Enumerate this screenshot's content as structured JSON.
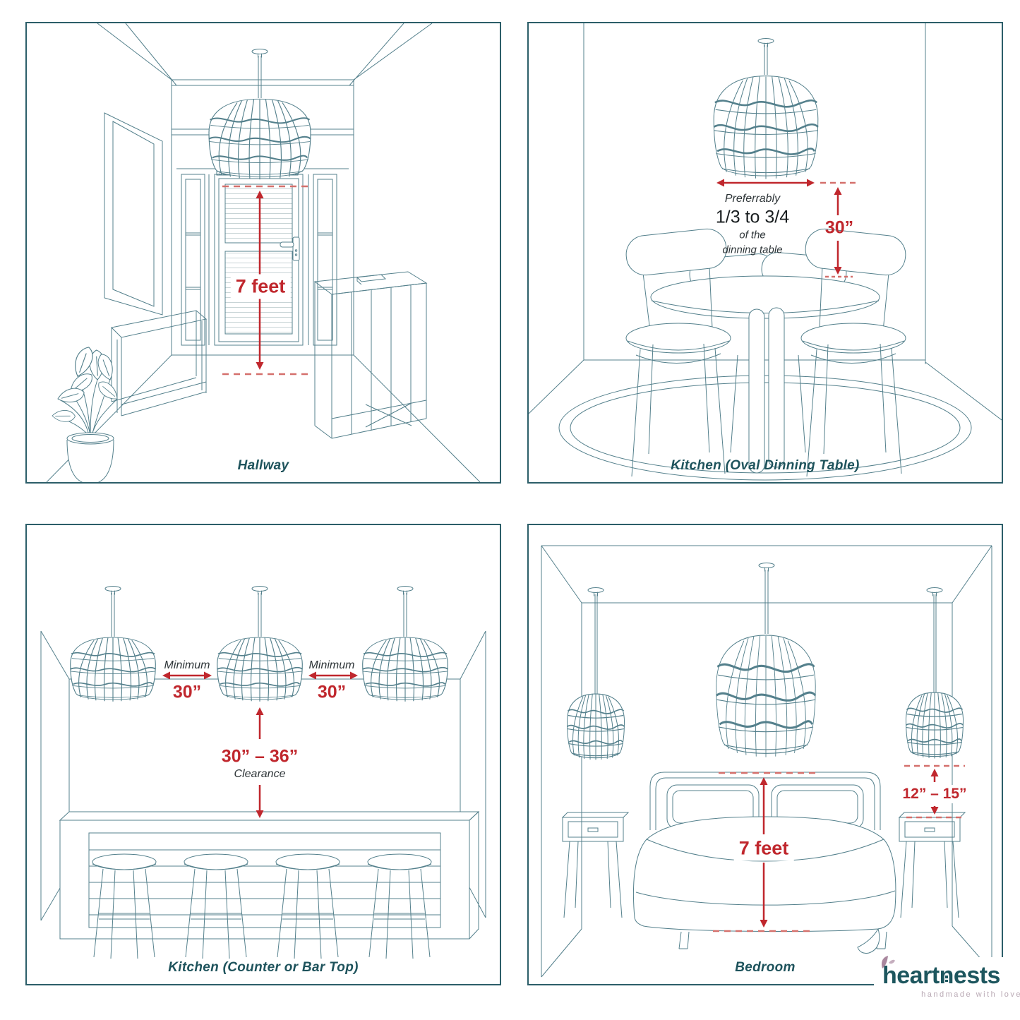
{
  "colors": {
    "accent_red": "#c0272d",
    "dash_red": "#d4706c",
    "line_teal": "#54808c",
    "border_teal": "#2c5e69",
    "caption_teal": "#1e535c",
    "text_dark": "#2e3538",
    "logo_teal": "#1d565e",
    "logo_leaf_mauve": "#a9879e",
    "tagline_gray": "#b9a9b4"
  },
  "panels": {
    "hallway": {
      "caption": "Hallway",
      "height_label": "7 feet"
    },
    "kitchen_oval": {
      "caption": "Kitchen (Oval Dinning Table)",
      "note_italic_top": "Preferrably",
      "note_fraction": "1/3 to 3/4",
      "note_italic_mid": "of the",
      "note_italic_bottom": "dinning table",
      "drop_label": "30”"
    },
    "kitchen_counter": {
      "caption": "Kitchen (Counter or Bar Top)",
      "spacings": [
        {
          "label": "Minimum",
          "value": "30”"
        },
        {
          "label": "Minimum",
          "value": "30”"
        }
      ],
      "clearance": {
        "value": "30” – 36”",
        "label": "Clearance"
      }
    },
    "bedroom": {
      "caption": "Bedroom",
      "height_label": "7 feet",
      "side_drop_label": "12” – 15”"
    }
  },
  "logo": {
    "name": "heartnests",
    "tagline": "handmade with love"
  }
}
